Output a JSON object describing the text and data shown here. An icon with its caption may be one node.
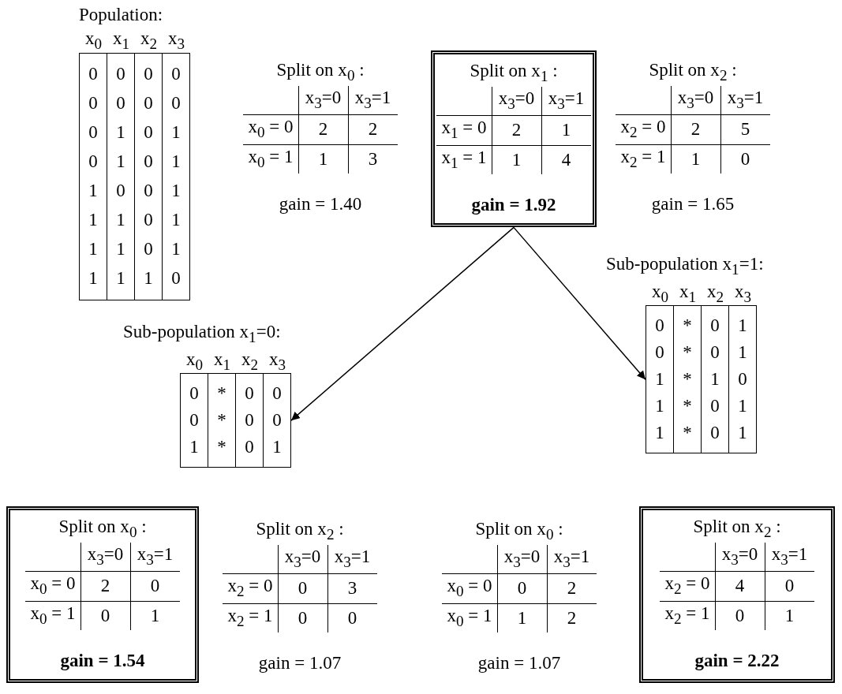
{
  "diagram": {
    "nodes": [
      {
        "text": [
          "Population:",
          "x$_{0}$",
          "x$_{1}$",
          "x$_{2}$",
          "x$_{3}$",
          "0",
          "0",
          "0",
          "0",
          "0",
          "0",
          "0",
          "0",
          "0",
          "1",
          "0",
          "1",
          "0",
          "1",
          "0",
          "1",
          "1",
          "0",
          "0",
          "1",
          "1",
          "1",
          "0",
          "1",
          "1",
          "1",
          "0",
          "1",
          "1",
          "1",
          "1",
          "0"
        ]
      },
      {
        "text": [
          "Split on x$_{0}$ :",
          "x$_{3}$=0",
          "x$_{3}$=1",
          "x$_{0}$ = 0",
          "2",
          "2",
          "x$_{0}$ = 1",
          "1",
          "3",
          "gain = 1.40"
        ]
      },
      {
        "text": [
          "Split on x$_{1}$ :",
          "x$_{3}$=0",
          "x$_{3}$=1",
          "x$_{1}$ = 0",
          "2",
          "1",
          "x$_{1}$ = 1",
          "1",
          "4",
          "gain = 1.92"
        ]
      },
      {
        "text": [
          "Split on x$_{2}$ :",
          "x$_{3}$=0",
          "x$_{3}$=1",
          "x$_{2}$ = 0",
          "2",
          "5",
          "x$_{2}$ = 1",
          "1",
          "0",
          "gain = 1.65"
        ]
      },
      {
        "text": [
          "Sub-population x$_{1}$=1:",
          "x$_{0}$",
          "x$_{1}$",
          "x$_{2}$",
          "x$_{3}$",
          "0",
          "*",
          "0",
          "1",
          "0",
          "*",
          "0",
          "1",
          "1",
          "*",
          "1",
          "0",
          "1",
          "*",
          "0",
          "1",
          "1",
          "*",
          "0",
          "1"
        ]
      },
      {
        "text": [
          "Sub-population x$_{1}$=0:",
          "x$_{0}$",
          "x$_{1}$",
          "x$_{2}$",
          "x$_{3}$",
          "0",
          "*",
          "0",
          "0",
          "0",
          "*",
          "0",
          "0",
          "1",
          "*",
          "0",
          "1"
        ]
      },
      {
        "text": [
          "Split on x$_{0}$ :",
          "x$_{3}$=0",
          "x$_{3}$=1",
          "x$_{0}$ = 0",
          "2",
          "0",
          "x$_{0}$ = 1",
          "0",
          "1",
          "gain = 1.54"
        ]
      },
      {
        "text": [
          "Split on x$_{2}$ :",
          "x$_{3}$=0",
          "x$_{3}$=1",
          "x$_{2}$ = 0",
          "0",
          "3",
          "x$_{2}$ = 1",
          "0",
          "0",
          "gain = 1.07"
        ]
      },
      {
        "text": [
          "Split on x$_{0}$ :",
          "x$_{3}$=0",
          "x$_{3}$=1",
          "x$_{0}$ = 0",
          "0",
          "2",
          "x$_{0}$ = 1",
          "1",
          "2",
          "gain = 1.07"
        ]
      },
      {
        "text": [
          "Split on x$_{2}$ :",
          "x$_{3}$=0",
          "x$_{3}$=1",
          "x$_{2}$ = 0",
          "4",
          "0",
          "x$_{2}$ = 1",
          "0",
          "1",
          "gain = 2.22"
        ]
      }
    ],
    "edges": [
      {
        "from": 2,
        "to": 5,
        "arrow": "to"
      },
      {
        "from": 2,
        "to": 4,
        "arrow": "to"
      }
    ]
  }
}
